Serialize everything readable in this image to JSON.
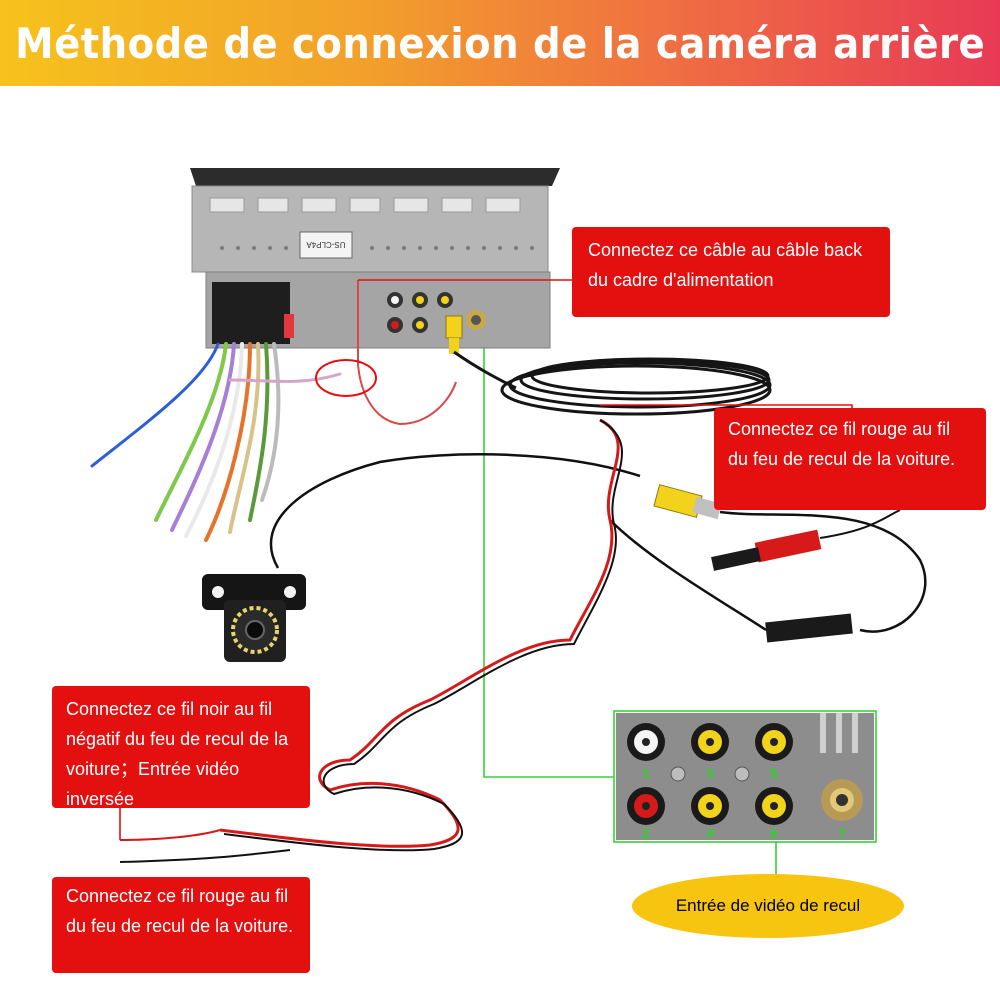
{
  "title": "Méthode de connexion de la caméra arrière",
  "callouts": {
    "power_cable": "Connectez ce câble au câble back du cadre d'alimentation",
    "red_wire_top": "Connectez ce fil rouge au fil du feu de recul de la voiture.",
    "black_wire": "Connectez ce fil noir au fil négatif du feu de recul de la voiture；Entrée vidéo inversée",
    "red_wire_bottom": "Connectez ce fil rouge au fil du feu de recul de la voiture."
  },
  "reverse_video_label": "Entrée de vidéo de recul",
  "unit_label": "US-CLP4A",
  "port_numbers": [
    "1",
    "2",
    "3",
    "4",
    "5",
    "6",
    "7"
  ],
  "colors": {
    "callout_red": "#e41010",
    "highlight_green": "#35d435",
    "label_yellow": "#f7c40f",
    "rca_yellow": "#f2d21a",
    "rca_red": "#d61a1a",
    "rca_white": "#f4f4f4"
  }
}
